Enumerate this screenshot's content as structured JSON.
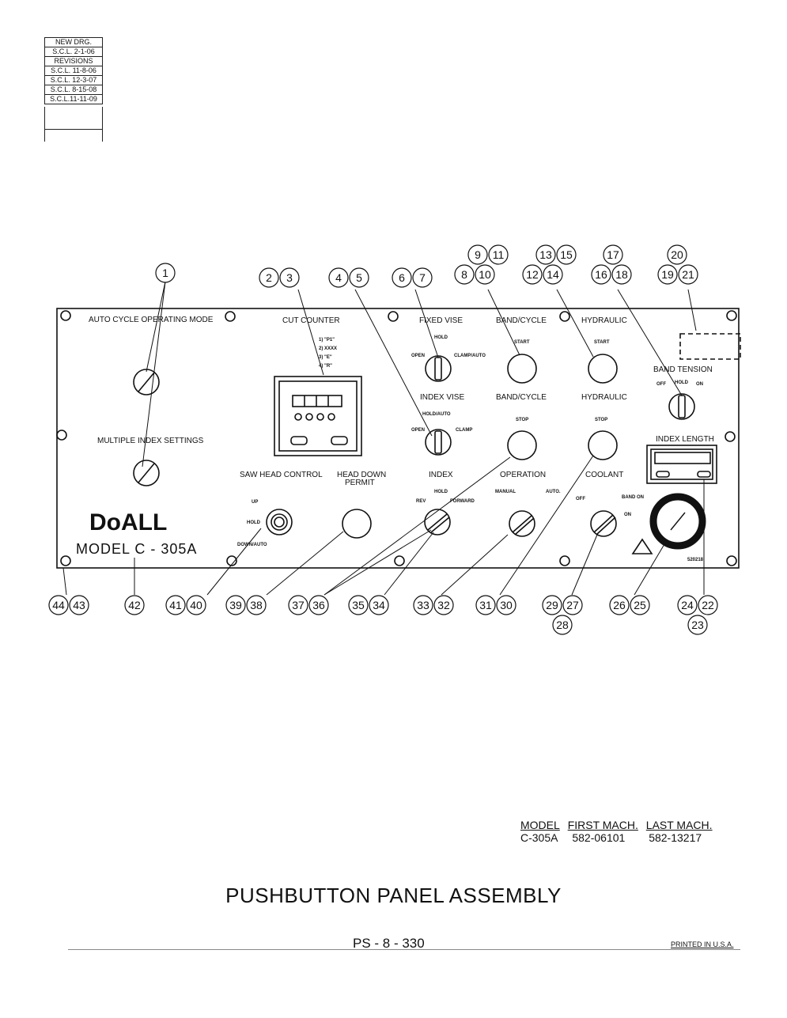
{
  "revisions": {
    "new_drg": "NEW DRG.",
    "new_date": "S.C.L. 2-1-06",
    "header": "REVISIONS",
    "items": [
      "S.C.L. 11-8-06",
      "S.C.L. 12-3-07",
      "S.C.L. 8-15-08",
      "S.C.L.11-11-09"
    ]
  },
  "panel": {
    "auto_cycle": "AUTO CYCLE OPERATING MODE",
    "multiple_index": "MULTIPLE INDEX SETTINGS",
    "brand": "DoALL",
    "model": "MODEL C - 305A",
    "cut_counter": "CUT COUNTER",
    "counter_modes": [
      "1) \"P1\"",
      "2) XXXX",
      "3) \"E\"",
      "4) \"R\""
    ],
    "saw_head_control": "SAW HEAD CONTROL",
    "head_down_permit_1": "HEAD DOWN",
    "head_down_permit_2": "PERMIT",
    "fixed_vise": "FIXED VISE",
    "index_vise": "INDEX VISE",
    "index": "INDEX",
    "band_cycle": "BAND/CYCLE",
    "operation": "OPERATION",
    "hydraulic": "HYDRAULIC",
    "coolant": "COOLANT",
    "band_tension": "BAND TENSION",
    "index_length": "INDEX LENGTH",
    "start": "START",
    "stop": "STOP",
    "open": "OPEN",
    "clamp": "CLAMP",
    "clamp_auto": "CLAMP/AUTO",
    "hold": "HOLD",
    "hold_auto": "HOLD/AUTO",
    "rev": "REV",
    "forward": "FORWARD",
    "manual": "MANUAL",
    "auto": "AUTO.",
    "off": "OFF",
    "on": "ON",
    "band_on": "BAND ON",
    "up": "UP",
    "down_auto": "DOWN/AUTO",
    "part_no": "520218"
  },
  "callouts_top": [
    {
      "id": "c1",
      "labels": [
        "1"
      ]
    },
    {
      "id": "c2",
      "labels": [
        "2",
        "3"
      ]
    },
    {
      "id": "c4",
      "labels": [
        "4",
        "5"
      ]
    },
    {
      "id": "c6",
      "labels": [
        "6",
        "7"
      ]
    },
    {
      "id": "c9",
      "labels": [
        "9",
        "11"
      ]
    },
    {
      "id": "c8",
      "labels": [
        "8",
        "10"
      ]
    },
    {
      "id": "c13",
      "labels": [
        "13",
        "15"
      ]
    },
    {
      "id": "c12",
      "labels": [
        "12",
        "14"
      ]
    },
    {
      "id": "c17",
      "labels": [
        "17"
      ]
    },
    {
      "id": "c16",
      "labels": [
        "16",
        "18"
      ]
    },
    {
      "id": "c20",
      "labels": [
        "20"
      ]
    },
    {
      "id": "c19",
      "labels": [
        "19",
        "21"
      ]
    }
  ],
  "callouts_bottom": [
    {
      "id": "c44",
      "labels": [
        "44",
        "43"
      ]
    },
    {
      "id": "c42",
      "labels": [
        "42"
      ]
    },
    {
      "id": "c41",
      "labels": [
        "41",
        "40"
      ]
    },
    {
      "id": "c39",
      "labels": [
        "39",
        "38"
      ]
    },
    {
      "id": "c37",
      "labels": [
        "37",
        "36"
      ]
    },
    {
      "id": "c35",
      "labels": [
        "35",
        "34"
      ]
    },
    {
      "id": "c33",
      "labels": [
        "33",
        "32"
      ]
    },
    {
      "id": "c31",
      "labels": [
        "31",
        "30"
      ]
    },
    {
      "id": "c29",
      "labels": [
        "29",
        "27"
      ]
    },
    {
      "id": "c28",
      "labels": [
        "28"
      ]
    },
    {
      "id": "c26",
      "labels": [
        "26",
        "25"
      ]
    },
    {
      "id": "c24",
      "labels": [
        "24",
        "22"
      ]
    },
    {
      "id": "c23",
      "labels": [
        "23"
      ]
    }
  ],
  "models_table": {
    "headers": [
      "MODEL",
      "FIRST MACH.",
      "LAST MACH."
    ],
    "row": [
      "C-305A",
      "582-06101",
      "582-13217"
    ]
  },
  "title": "PUSHBUTTON PANEL ASSEMBLY",
  "page_number": "PS - 8 - 330",
  "printed": "PRINTED IN U.S.A."
}
